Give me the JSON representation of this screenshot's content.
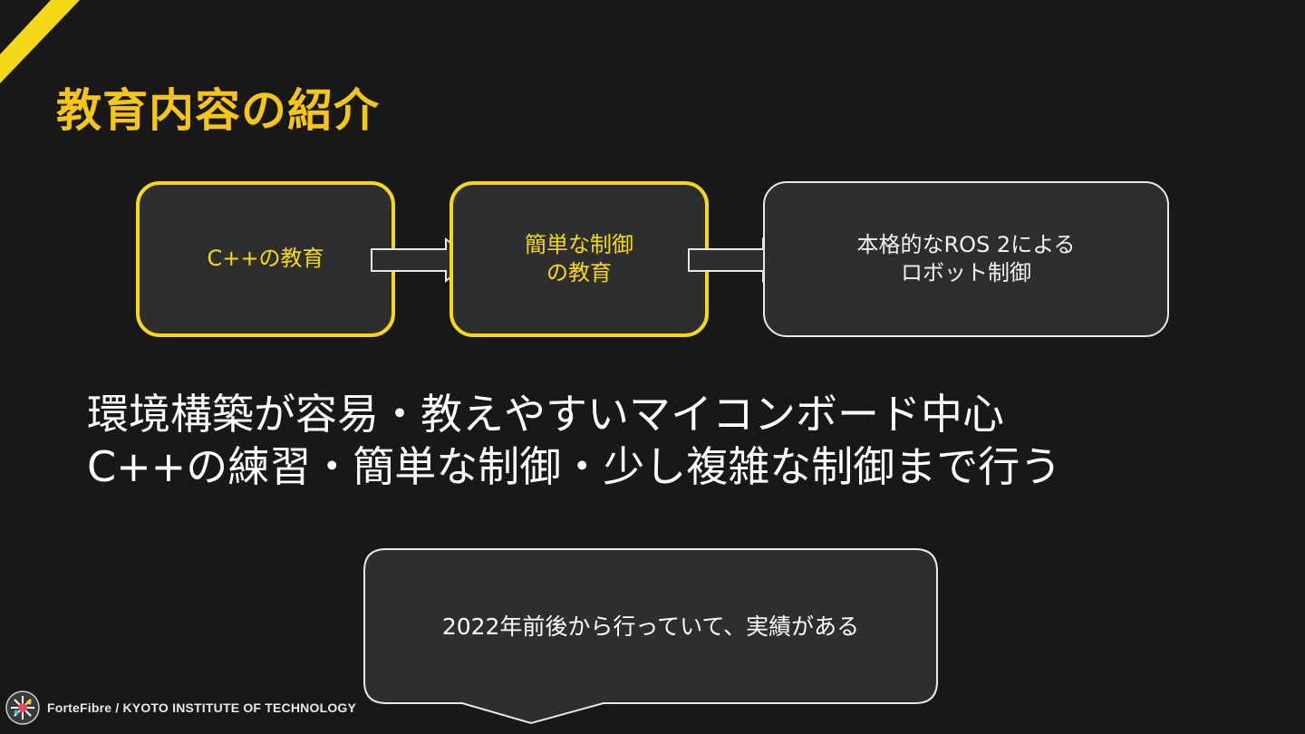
{
  "slide": {
    "title": "教育内容の紹介",
    "flow": [
      {
        "label": "C++の教育",
        "highlighted": true
      },
      {
        "label": "簡単な制御\nの教育",
        "highlighted": true
      },
      {
        "label": "本格的なROS 2による\nロボット制御",
        "highlighted": false
      }
    ],
    "body_lines": [
      "環境構築が容易・教えやすいマイコンボード中心",
      "C++の練習・簡単な制御・少し複雑な制御まで行う"
    ],
    "callout": "2022年前後から行っていて、実績がある",
    "footer": "ForteFibre / KYOTO INSTITUTE OF TECHNOLOGY"
  },
  "colors": {
    "background": "#181818",
    "accent": "#f5c518",
    "highlight_border": "#f5d817",
    "box_fill": "#2e2e2e"
  },
  "icons": {
    "footer_logo": "fortefibre-logo-icon",
    "flow_arrow": "right-arrow-icon"
  }
}
